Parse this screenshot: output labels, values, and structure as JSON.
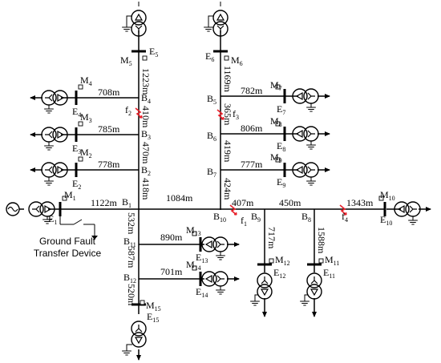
{
  "labels": {
    "E5": "E5",
    "M5": "M5",
    "B4": "B4",
    "B3": "B3",
    "B2": "B2",
    "B1": "B1",
    "E4": "E4",
    "M4": "M4",
    "E3": "E3",
    "M3": "M3",
    "E2": "E2",
    "M2": "M2",
    "E1": "E1",
    "M1": "M1",
    "E6": "E6",
    "M6": "M6",
    "B5": "B5",
    "B6": "B6",
    "B7": "B7",
    "E7": "E7",
    "M7": "M7",
    "E8": "E8",
    "M8": "M8",
    "E9": "E9",
    "M9": "M9",
    "B10": "B10",
    "B9": "B9",
    "B8": "B8",
    "E10": "E10",
    "M10": "M10",
    "E11": "E11",
    "M11": "M11",
    "E12": "E12",
    "M12": "M12",
    "B11": "B11",
    "B12": "B12",
    "E13": "E13",
    "M13": "M13",
    "E14": "E14",
    "M14": "M14",
    "E15": "E15",
    "M15": "M15",
    "f1": "f1",
    "f2": "f2",
    "f3": "f3",
    "f4": "f4"
  },
  "lengths": {
    "l_E5_B4": "1223m",
    "l_B4_B3": "410m",
    "l_B3_B2": "470m",
    "l_B2_B1": "418m",
    "l_B4_E4": "708m",
    "l_B3_E3": "785m",
    "l_B2_E2": "778m",
    "l_E6_B5": "1169m",
    "l_B5_B6": "365m",
    "l_B6_B7": "419m",
    "l_B7_B10": "424m",
    "l_B5_E7": "782m",
    "l_B6_E8": "806m",
    "l_B7_E9": "777m",
    "l_E1_B1": "1122m",
    "l_B1_B10": "1084m",
    "l_B10_B9": "407m",
    "l_B9_B8": "450m",
    "l_B8_E10": "1343m",
    "l_B9_E12": "717m",
    "l_B8_E11": "1588m",
    "l_B1_B11": "532m",
    "l_B11_B12": "587m",
    "l_B12_E15": "520m",
    "l_B11_E13": "890m",
    "l_B12_E14": "701m"
  },
  "device": {
    "line1": "Ground Fault",
    "line2": "Transfer Device"
  }
}
